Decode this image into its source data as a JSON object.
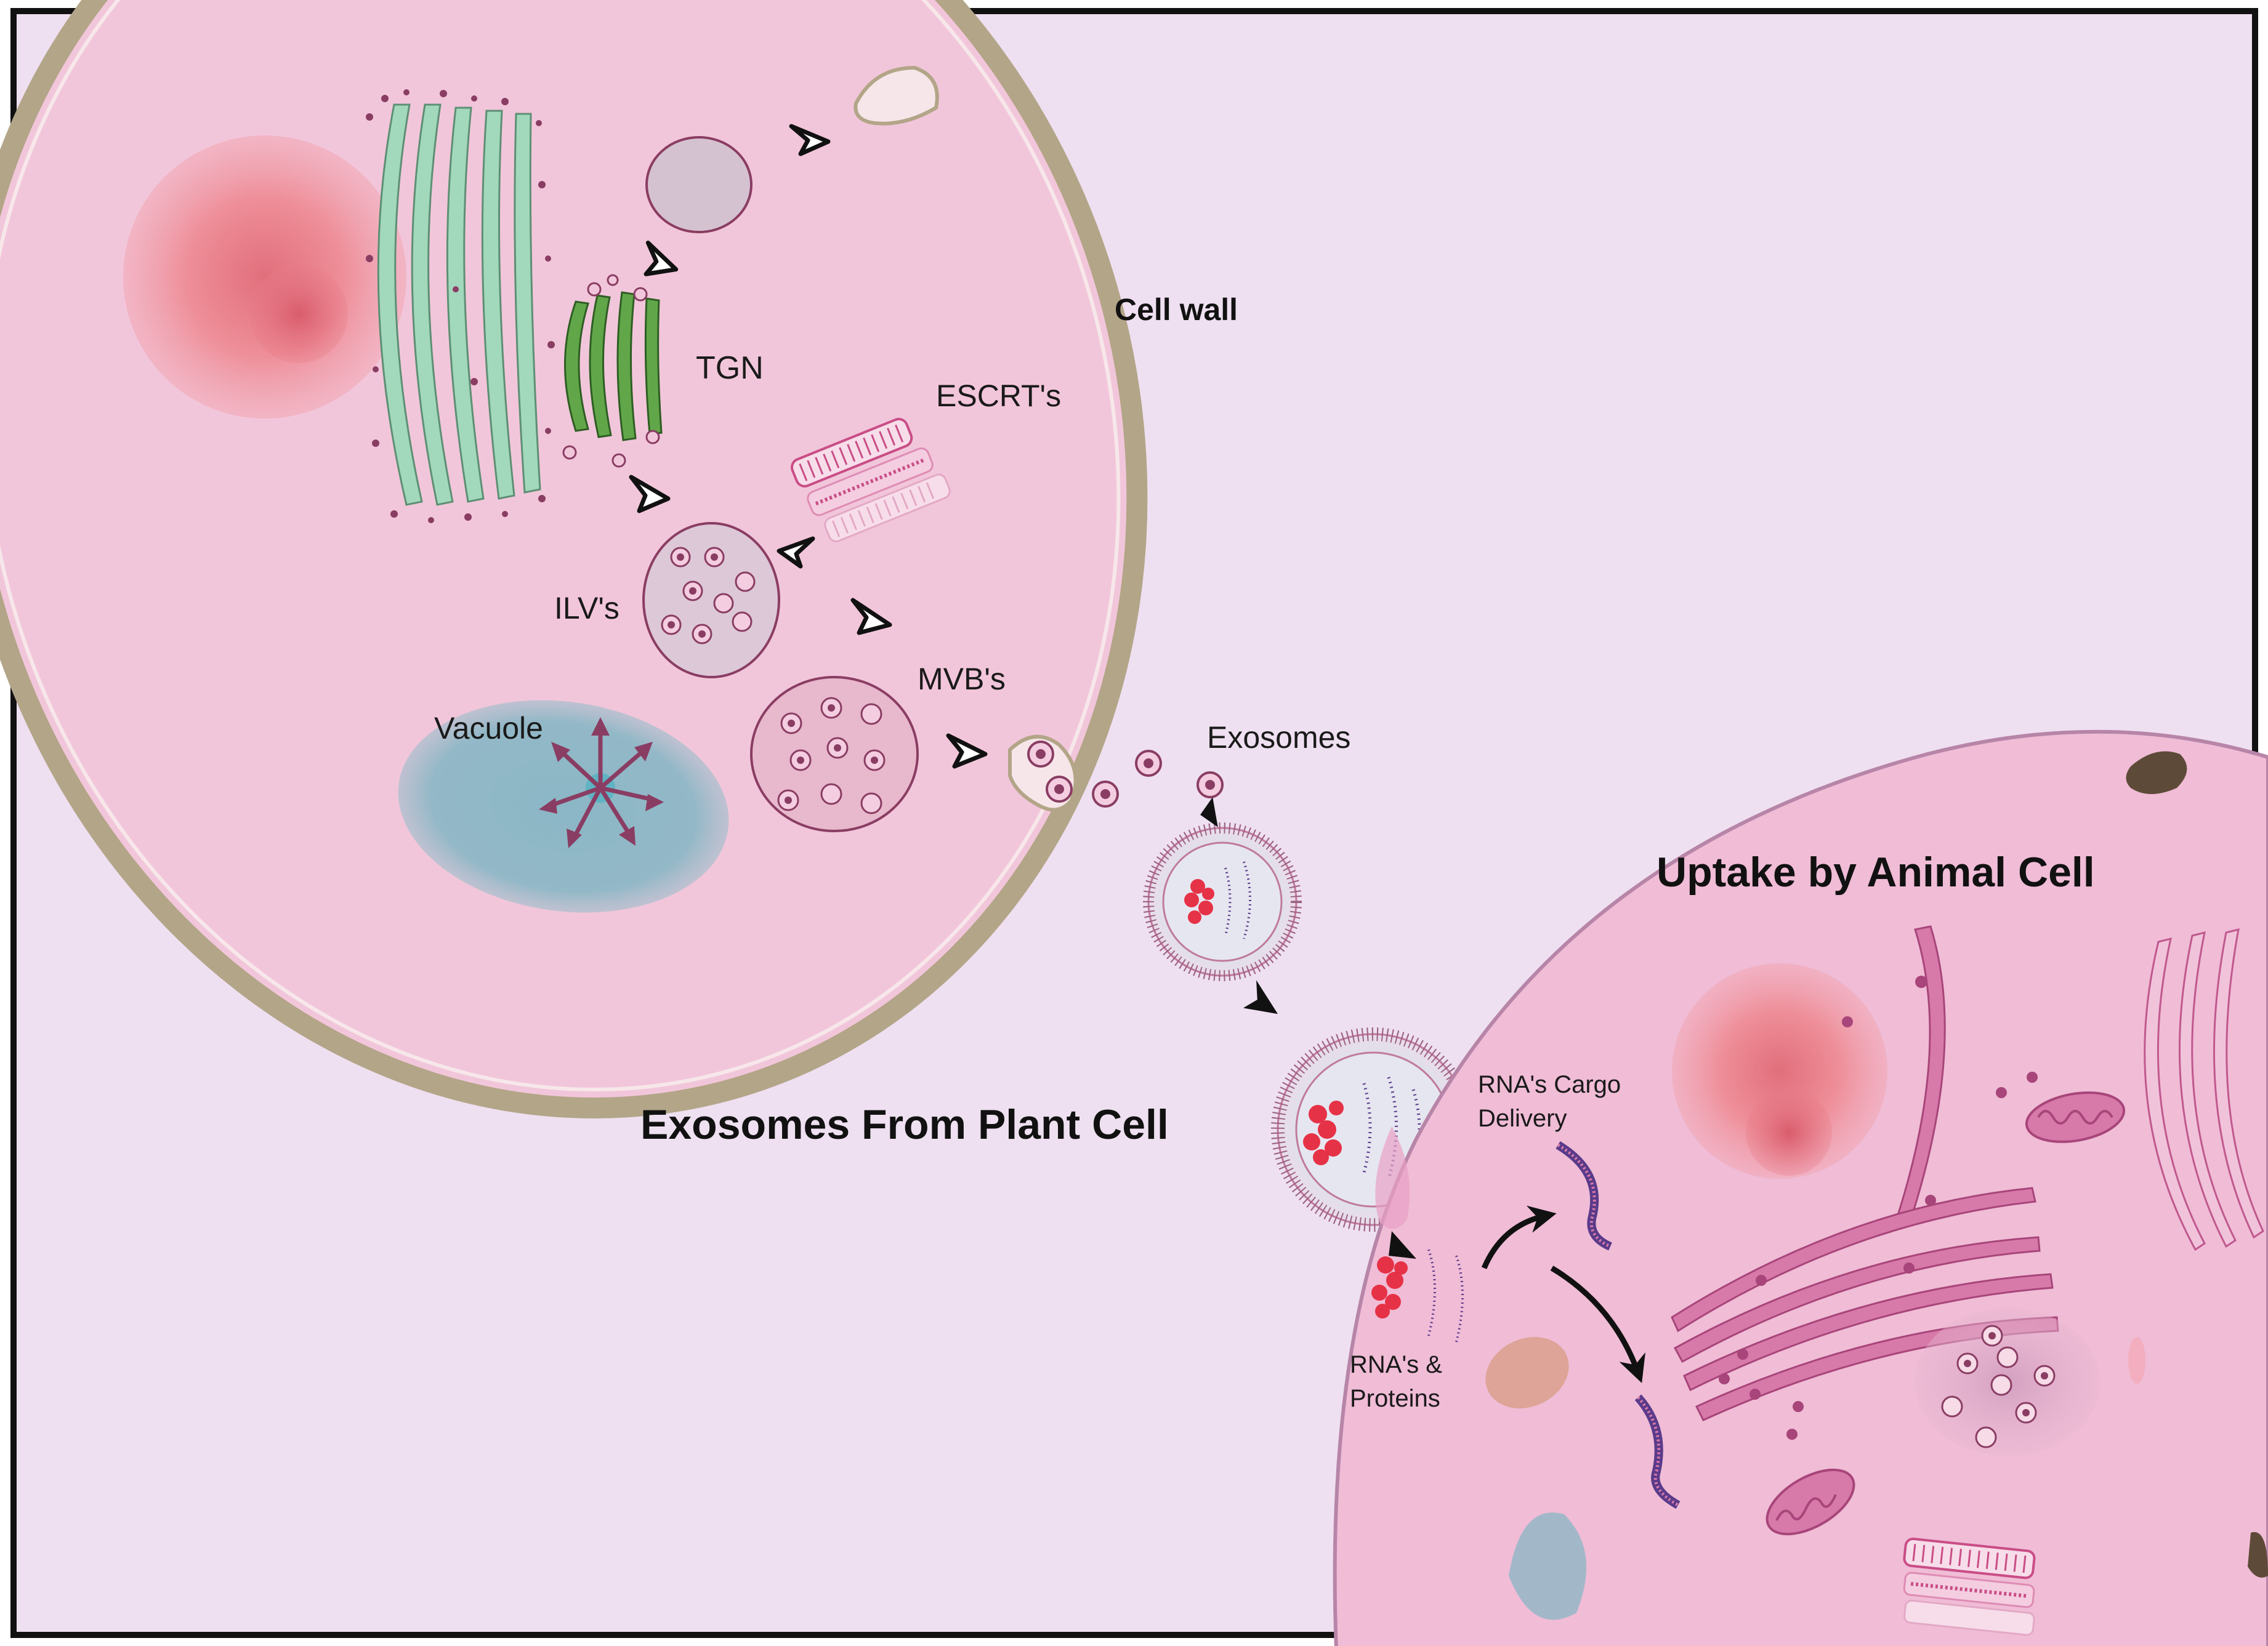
{
  "labels": {
    "cell_wall": "Cell wall",
    "tgn": "TGN",
    "escrts": "ESCRT's",
    "ilvs": "ILV's",
    "mvbs": "MVB's",
    "vacuole": "Vacuole",
    "exosomes": "Exosomes",
    "exosomes_from_plant_cell": "Exosomes From Plant Cell",
    "uptake_by_animal_cell": "Uptake by Animal Cell",
    "rna_cargo_delivery_line1": "RNA's Cargo",
    "rna_cargo_delivery_line2": "Delivery",
    "rnas_proteins_line1": "RNA's &",
    "rnas_proteins_line2": "Proteins"
  },
  "colors": {
    "background": "#eee0f0",
    "border": "#111111",
    "plant_cytoplasm": "#f2c6da",
    "cell_wall": "#b3a588",
    "nucleus_outer": "#ee8e98",
    "nucleus_inner": "#e16f7c",
    "golgi_light": "#a2d8bc",
    "golgi_dark": "#62a64a",
    "vacuole": "#8fb7c6",
    "vesicle_fill": "#ddc8d8",
    "vesicle_stroke": "#8a3d63",
    "mvb_fill": "#e8b8cc",
    "escrt": "#c94d86",
    "animal_cytoplasm": "#f0bcd6",
    "animal_golgi": "#cf6a9e",
    "rna_strand": "#5a3a8a",
    "protein": "#e63246",
    "arrow": "#111111"
  }
}
